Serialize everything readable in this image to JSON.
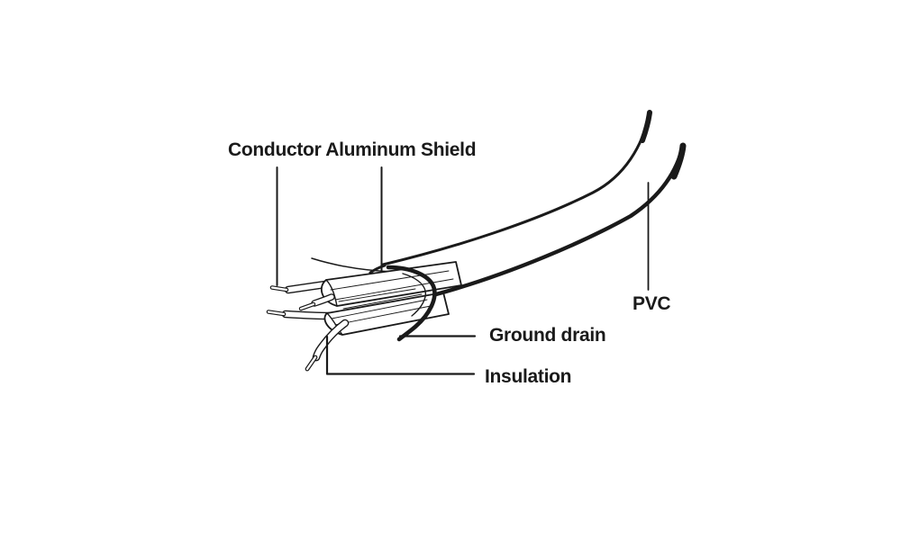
{
  "colors": {
    "ink": "#1a1a1a",
    "background": "#ffffff"
  },
  "labels": {
    "conductor": "Conductor",
    "aluminum_shield": "Aluminum Shield",
    "pvc": "PVC",
    "ground_drain": "Ground drain",
    "insulation": "Insulation"
  }
}
